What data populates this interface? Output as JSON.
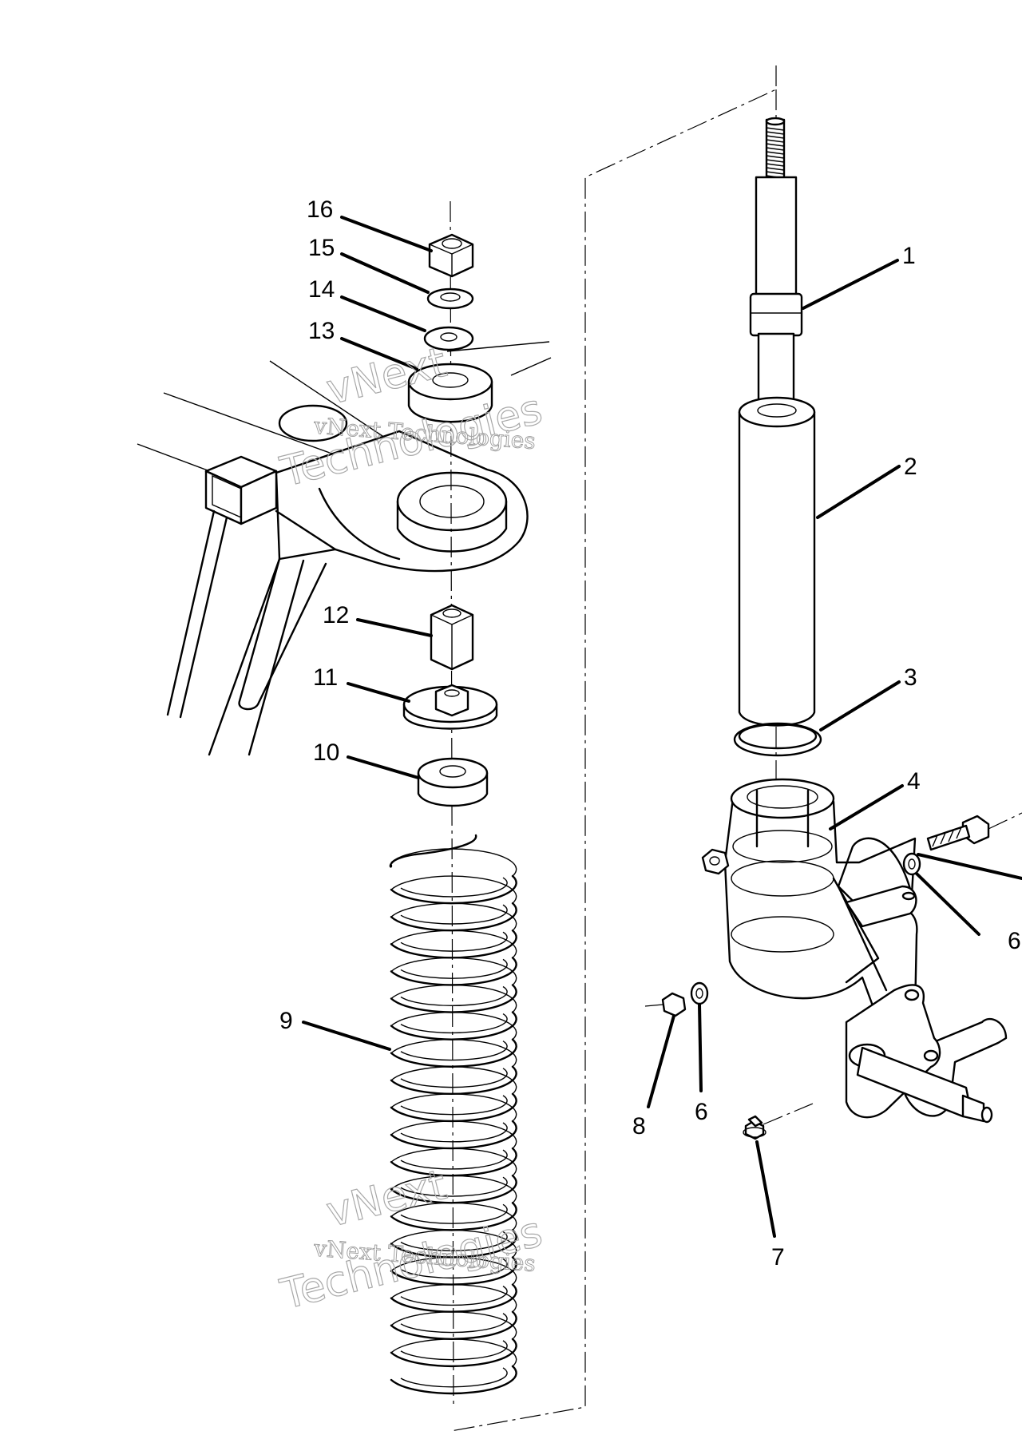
{
  "callouts": [
    {
      "id": "c1",
      "label": "1"
    },
    {
      "id": "c2",
      "label": "2"
    },
    {
      "id": "c3",
      "label": "3"
    },
    {
      "id": "c4",
      "label": "4"
    },
    {
      "id": "c6a",
      "label": "6"
    },
    {
      "id": "c6b",
      "label": "6"
    },
    {
      "id": "c7",
      "label": "7"
    },
    {
      "id": "c8",
      "label": "8"
    },
    {
      "id": "c9",
      "label": "9"
    },
    {
      "id": "c10",
      "label": "10"
    },
    {
      "id": "c11",
      "label": "11"
    },
    {
      "id": "c12",
      "label": "12"
    },
    {
      "id": "c13",
      "label": "13"
    },
    {
      "id": "c14",
      "label": "14"
    },
    {
      "id": "c15",
      "label": "15"
    },
    {
      "id": "c16",
      "label": "16"
    }
  ],
  "watermark": {
    "line1": "vNext",
    "line2": "vNext Technologies",
    "line3": "Technologies"
  }
}
